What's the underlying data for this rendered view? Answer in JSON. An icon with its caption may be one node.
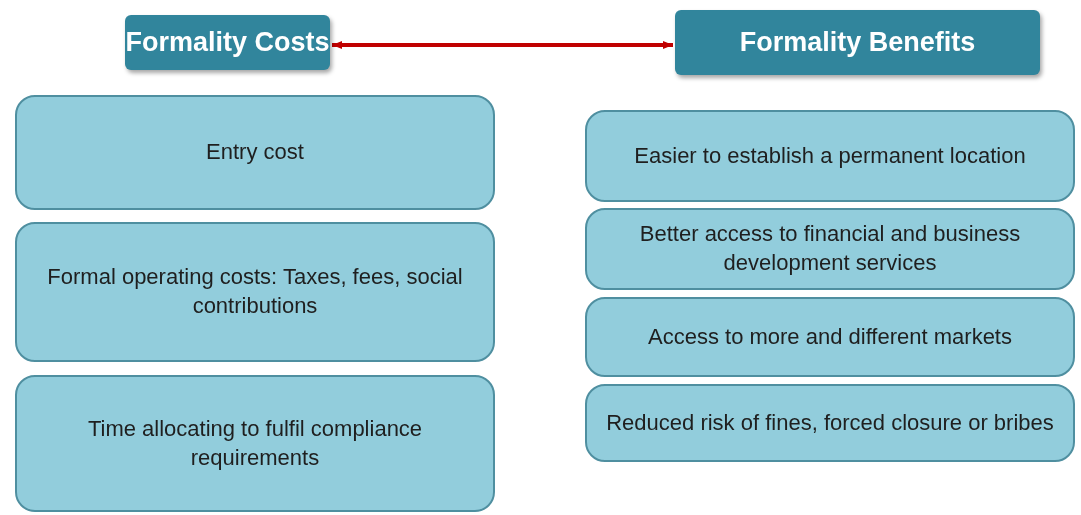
{
  "diagram": {
    "nodes": [
      {
        "text": [
          "Formality Costs"
        ]
      },
      {
        "text": [
          "Formality Benefits"
        ]
      },
      {
        "text": [
          "Entry cost"
        ]
      },
      {
        "text": [
          "Formal operating costs: Taxes, fees, social contributions"
        ]
      },
      {
        "text": [
          "Time allocating to fulfil compliance requirements"
        ]
      },
      {
        "text": [
          "Easier to establish a permanent location"
        ]
      },
      {
        "text": [
          "Better access to financial and business development services"
        ]
      },
      {
        "text": [
          "Access to more and different markets"
        ]
      },
      {
        "text": [
          "Reduced risk of fines, forced closure or bribes"
        ]
      }
    ],
    "edges": [
      {
        "from": 0,
        "to": 1,
        "arrow": "both",
        "color": "#c00000"
      }
    ]
  }
}
